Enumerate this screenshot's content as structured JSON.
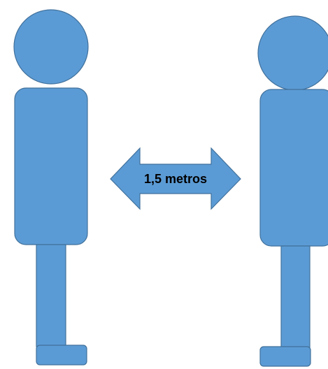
{
  "colors": {
    "figure_fill": "#5b9bd5",
    "figure_stroke": "#41719c",
    "label_text": "#000000",
    "background": "#ffffff"
  },
  "figures": [
    {
      "name": "person-left"
    },
    {
      "name": "person-right"
    }
  ],
  "distance_arrow": {
    "label": "1,5 metros"
  }
}
